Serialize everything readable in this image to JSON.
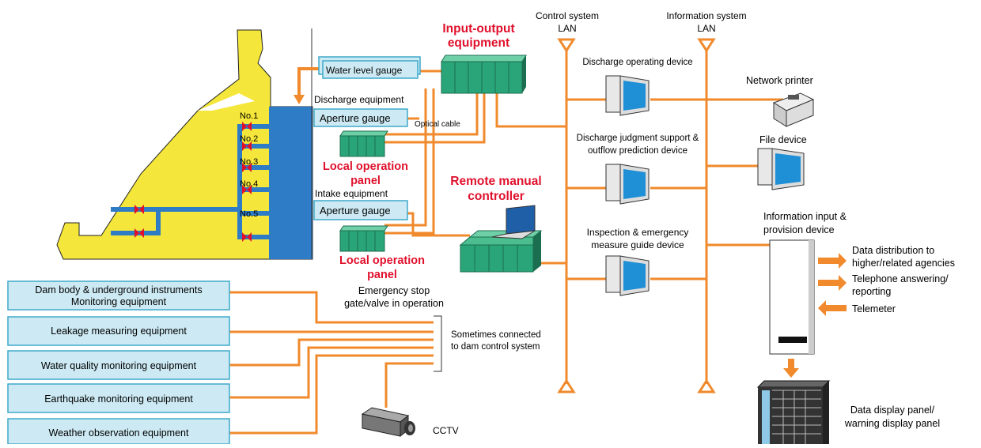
{
  "colors": {
    "cable": "#f08a2c",
    "lan": "#f08a2c",
    "dam": "#f4e63a",
    "reservoir": "#2e7cc6",
    "box_fill": "#cdeaf4",
    "box_border": "#3fa9c9",
    "equipment": "#2aa57a",
    "red_label": "#e0102c",
    "valve": "#e0102c",
    "pipe": "#2e7cc6"
  },
  "labels": {
    "input_output_1": "Input-output",
    "input_output_2": "equipment",
    "control_lan_1": "Control system",
    "control_lan_2": "LAN",
    "info_lan_1": "Information system",
    "info_lan_2": "LAN",
    "water_level_gauge": "Water level gauge",
    "discharge_equipment": "Discharge equipment",
    "aperture_gauge_1": "Aperture gauge",
    "optical_cable": "Optical cable",
    "local_op_1a": "Local operation",
    "local_op_1b": "panel",
    "intake_equipment": "Intake equipment",
    "aperture_gauge_2": "Aperture gauge",
    "local_op_2a": "Local operation",
    "local_op_2b": "panel",
    "remote_manual_1": "Remote manual",
    "remote_manual_2": "controller",
    "emergency_stop_1": "Emergency stop",
    "emergency_stop_2": "gate/valve in operation",
    "sometimes_1": "Sometimes connected",
    "sometimes_2": "to dam control system",
    "cctv": "CCTV",
    "discharge_operating": "Discharge operating device",
    "judgment_1": "Discharge judgment support &",
    "judgment_2": "outflow prediction device",
    "inspection_1": "Inspection & emergency",
    "inspection_2": "measure guide device",
    "network_printer": "Network printer",
    "file_device": "File device",
    "info_input_1": "Information input &",
    "info_input_2": "provision device",
    "data_dist_1": "Data distribution to",
    "data_dist_2": "higher/related agencies",
    "telephone_1": "Telephone answering/",
    "telephone_2": "reporting",
    "telemeter": "Telemeter",
    "display_panel_1": "Data display panel/",
    "display_panel_2": "warning display panel"
  },
  "gates": [
    "No.1",
    "No.2",
    "No.3",
    "No.4",
    "No.5"
  ],
  "monitor_boxes": {
    "dam_body_1": "Dam body & underground instruments",
    "dam_body_2": "Monitoring equipment",
    "leakage": "Leakage measuring equipment",
    "water_quality": "Water quality monitoring equipment",
    "earthquake": "Earthquake monitoring equipment",
    "weather": "Weather observation equipment"
  }
}
